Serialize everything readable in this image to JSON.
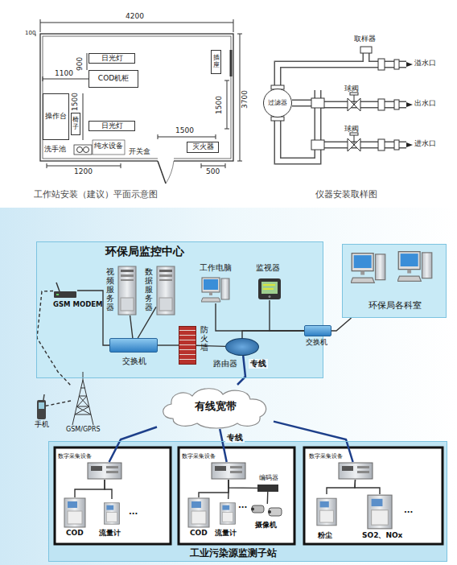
{
  "diagram": {
    "nodes": [
      {
        "text": [
          "日光灯"
        ]
      },
      {
        "text": [
          "COD机柜"
        ]
      },
      {
        "text": [
          "操作台"
        ]
      },
      {
        "text": [
          "椅子"
        ]
      },
      {
        "text": [
          "日光灯"
        ]
      },
      {
        "text": [
          "插座"
        ]
      },
      {
        "text": [
          "灭火器"
        ]
      },
      {
        "text": [
          "过滤器"
        ]
      },
      {
        "text": [
          "环保局监控中心"
        ]
      },
      {
        "text": [
          "视频服务器"
        ],
        "in": 8
      },
      {
        "text": [
          "数据服务器"
        ],
        "in": 8
      },
      {
        "text": [
          "工作电脑"
        ],
        "in": 8
      },
      {
        "text": [
          "监视器"
        ],
        "in": 8
      },
      {
        "text": [
          "GSM MODEM"
        ],
        "in": 8
      },
      {
        "text": [
          "交换机"
        ],
        "in": 8
      },
      {
        "text": [
          "防火墙"
        ],
        "in": 8
      },
      {
        "text": [
          "路由器"
        ],
        "in": 8
      },
      {
        "text": [
          "交换机"
        ]
      },
      {
        "text": [
          "环保局各科室"
        ]
      },
      {
        "text": [
          "手机"
        ]
      },
      {
        "text": [
          "GSM/GPRS"
        ]
      },
      {
        "text": [
          "有线宽带"
        ]
      },
      {
        "text": [
          "工业污染源监测子站"
        ]
      },
      {
        "text": [
          "数字采集设备"
        ],
        "in": 22
      },
      {
        "text": [
          "COD"
        ],
        "in": 22
      },
      {
        "text": [
          "流量计"
        ],
        "in": 22
      },
      {
        "text": [
          "数字采集设备"
        ],
        "in": 22
      },
      {
        "text": [
          "编码器"
        ],
        "in": 22
      },
      {
        "text": [
          "COD"
        ],
        "in": 22
      },
      {
        "text": [
          "流量计"
        ],
        "in": 22
      },
      {
        "text": [
          "摄像机"
        ],
        "in": 22
      },
      {
        "text": [
          "数字采集设备"
        ],
        "in": 22
      },
      {
        "text": [
          "粉尘"
        ],
        "in": 22
      },
      {
        "text": [
          "SO2、NOx"
        ],
        "in": 22
      }
    ],
    "edges": [
      {
        "from": 9,
        "to": 14,
        "arrow": "none"
      },
      {
        "from": 10,
        "to": 14,
        "arrow": "none"
      },
      {
        "from": 13,
        "to": 14,
        "arrow": "none"
      },
      {
        "from": 14,
        "to": 15,
        "arrow": "none"
      },
      {
        "from": 15,
        "to": 16,
        "arrow": "none"
      },
      {
        "from": 16,
        "to": 17,
        "arrow": "none"
      },
      {
        "from": 11,
        "to": 17,
        "arrow": "none"
      },
      {
        "from": 12,
        "to": 17,
        "arrow": "none"
      },
      {
        "from": 17,
        "to": 18,
        "arrow": "none"
      },
      {
        "from": 13,
        "to": 20,
        "arrow": "none"
      },
      {
        "from": 20,
        "to": 19,
        "arrow": "none"
      },
      {
        "from": 16,
        "to": 21,
        "label": "专线",
        "arrow": "none"
      },
      {
        "from": 21,
        "to": 23,
        "arrow": "none"
      },
      {
        "from": 21,
        "to": 26,
        "label": "专线",
        "arrow": "none"
      },
      {
        "from": 21,
        "to": 31,
        "arrow": "none"
      },
      {
        "from": 23,
        "to": 24,
        "arrow": "none"
      },
      {
        "from": 23,
        "to": 25,
        "arrow": "none"
      },
      {
        "from": 26,
        "to": 27,
        "arrow": "none"
      },
      {
        "from": 26,
        "to": 28,
        "arrow": "none"
      },
      {
        "from": 26,
        "to": 29,
        "arrow": "none"
      },
      {
        "from": 27,
        "to": 30,
        "arrow": "none"
      },
      {
        "from": 31,
        "to": 32,
        "arrow": "none"
      },
      {
        "from": 31,
        "to": 33,
        "arrow": "none"
      }
    ],
    "labels": [
      "4200",
      "100",
      "1100",
      "900",
      "1500",
      "洗手池",
      "纯水设备",
      "开关盒",
      "1500",
      "1200",
      "500",
      "3700",
      "1500",
      "工作站安装（建议）平面示意图",
      "仪器安装取样图",
      "取样器",
      "溢水口",
      "球阀",
      "出水口",
      "球阀",
      "进水口",
      "...",
      "...",
      "..."
    ]
  }
}
